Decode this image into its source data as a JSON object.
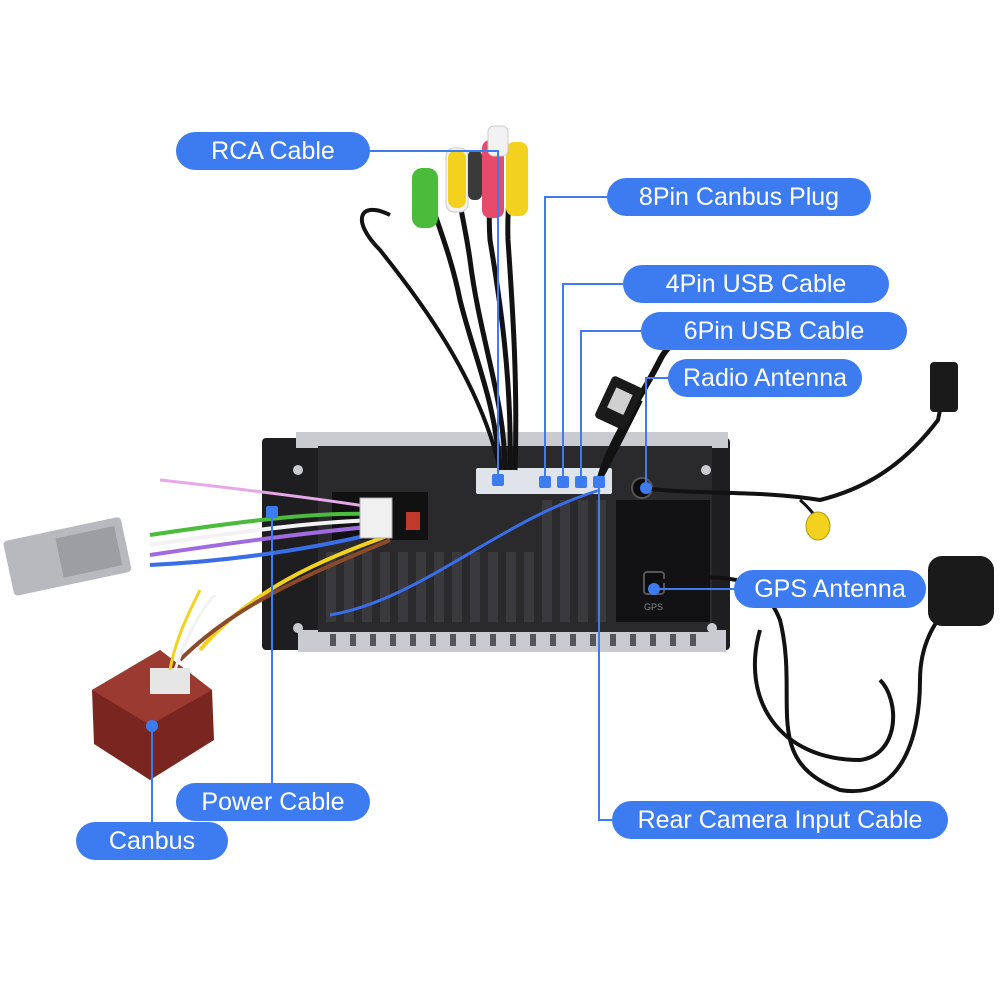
{
  "colors": {
    "accent": "#3d7cf0",
    "leader_line": "#3d7cf0",
    "head_unit_body": "#1e1e20",
    "head_unit_frame": "#c9cbd0",
    "canbus_box": "#7a2620",
    "connector_grey": "#b7b9bf",
    "rca_green": "#4bbb3c",
    "rca_yellow": "#f2d21e",
    "rca_white": "#f2f2f2",
    "rca_red": "#e84a6a",
    "wire_black": "#121212",
    "wire_blue": "#3a6ee8"
  },
  "callouts": {
    "rca_cable": "RCA Cable",
    "canbus_plug_8pin": "8Pin Canbus Plug",
    "usb_cable_4pin": "4Pin USB Cable",
    "usb_cable_6pin": "6Pin USB Cable",
    "radio_antenna": "Radio Antenna",
    "gps_antenna": "GPS Antenna",
    "power_cable": "Power Cable",
    "canbus": "Canbus",
    "rear_camera_input_cable": "Rear Camera Input Cable"
  },
  "unit_marks": {
    "gps_port": "GPS"
  }
}
